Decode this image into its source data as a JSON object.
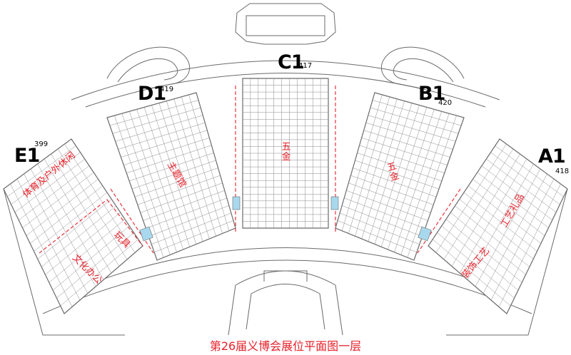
{
  "title": "第26届义博会展位平面图一层",
  "colors": {
    "zone_text": "#e8202a",
    "hall_code": "#000000",
    "building_line": "#6b6b6b",
    "booth_line": "#8a8a8a",
    "water": "#a8d8ee"
  },
  "halls": [
    {
      "code": "E1",
      "number": "399"
    },
    {
      "code": "D1",
      "number": "419"
    },
    {
      "code": "C1",
      "number": "417"
    },
    {
      "code": "B1",
      "number": "420"
    },
    {
      "code": "A1",
      "number": "418"
    }
  ],
  "zones": [
    {
      "label": "体育及户外休闲"
    },
    {
      "label": "文化办公"
    },
    {
      "label": "玩具"
    },
    {
      "label": "主题馆"
    },
    {
      "label": "五金"
    },
    {
      "label": "五金"
    },
    {
      "label": "工艺礼品"
    },
    {
      "label": "装饰工艺"
    }
  ]
}
